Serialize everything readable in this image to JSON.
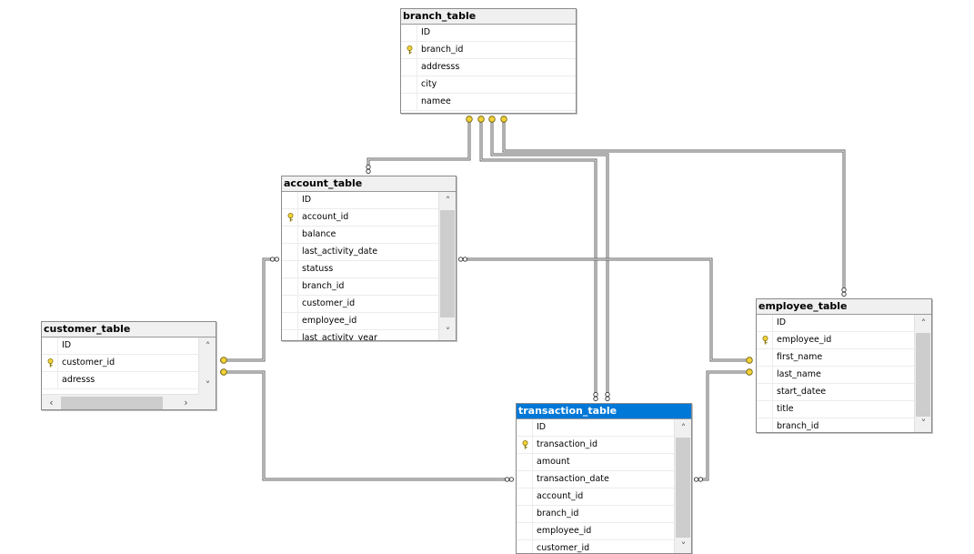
{
  "diagram": {
    "tables": [
      {
        "id": "branch",
        "title": "branch_table",
        "selected": false,
        "columns": [
          {
            "name": "ID",
            "pk": false
          },
          {
            "name": "branch_id",
            "pk": true
          },
          {
            "name": "addresss",
            "pk": false
          },
          {
            "name": "city",
            "pk": false
          },
          {
            "name": "namee",
            "pk": false
          }
        ]
      },
      {
        "id": "account",
        "title": "account_table",
        "selected": false,
        "columns": [
          {
            "name": "ID",
            "pk": false
          },
          {
            "name": "account_id",
            "pk": true
          },
          {
            "name": "balance",
            "pk": false
          },
          {
            "name": "last_activity_date",
            "pk": false
          },
          {
            "name": "statuss",
            "pk": false
          },
          {
            "name": "branch_id",
            "pk": false
          },
          {
            "name": "customer_id",
            "pk": false
          },
          {
            "name": "employee_id",
            "pk": false
          },
          {
            "name": "last_activity_year",
            "pk": false
          }
        ]
      },
      {
        "id": "customer",
        "title": "customer_table",
        "selected": false,
        "columns": [
          {
            "name": "ID",
            "pk": false
          },
          {
            "name": "customer_id",
            "pk": true
          },
          {
            "name": "adresss",
            "pk": false
          }
        ]
      },
      {
        "id": "employee",
        "title": "employee_table",
        "selected": false,
        "columns": [
          {
            "name": "ID",
            "pk": false
          },
          {
            "name": "employee_id",
            "pk": true
          },
          {
            "name": "first_name",
            "pk": false
          },
          {
            "name": "last_name",
            "pk": false
          },
          {
            "name": "start_datee",
            "pk": false
          },
          {
            "name": "title",
            "pk": false
          },
          {
            "name": "branch_id",
            "pk": false
          }
        ]
      },
      {
        "id": "transaction",
        "title": "transaction_table",
        "selected": true,
        "columns": [
          {
            "name": "ID",
            "pk": false
          },
          {
            "name": "transaction_id",
            "pk": true
          },
          {
            "name": "amount",
            "pk": false
          },
          {
            "name": "transaction_date",
            "pk": false
          },
          {
            "name": "account_id",
            "pk": false
          },
          {
            "name": "branch_id",
            "pk": false
          },
          {
            "name": "employee_id",
            "pk": false
          },
          {
            "name": "customer_id",
            "pk": false
          }
        ]
      }
    ],
    "relationships": [
      {
        "from": "account",
        "to": "branch"
      },
      {
        "from": "transaction",
        "to": "branch"
      },
      {
        "from": "transaction",
        "to": "branch"
      },
      {
        "from": "employee",
        "to": "branch"
      },
      {
        "from": "account",
        "to": "customer"
      },
      {
        "from": "transaction",
        "to": "customer"
      },
      {
        "from": "account",
        "to": "employee"
      },
      {
        "from": "transaction",
        "to": "employee"
      }
    ],
    "colors": {
      "selected_header": "#0078d7",
      "key_icon": "#f2d23a",
      "line": "#606060"
    },
    "icons": {
      "primary_key": "key-icon",
      "one_end": "key-icon",
      "many_end": "infinity-icon",
      "scroll_up": "chevron-up-icon",
      "scroll_down": "chevron-down-icon",
      "scroll_left": "chevron-left-icon",
      "scroll_right": "chevron-right-icon"
    }
  }
}
